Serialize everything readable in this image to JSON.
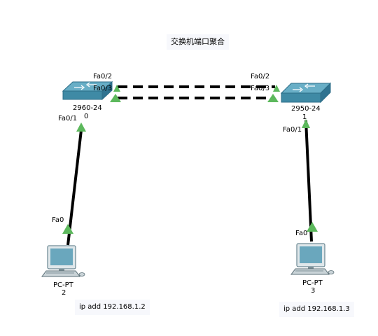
{
  "title": "交换机端口聚合",
  "switch_left": {
    "model": "2960-24",
    "name": "0",
    "ports": {
      "top": "Fa0/2",
      "mid": "Fa0/3",
      "pc_link": "Fa0/1"
    }
  },
  "switch_right": {
    "model": "2950-24",
    "name": "1",
    "ports": {
      "top": "Fa0/2",
      "mid": "Fa0/3",
      "pc_link": "Fa0/1"
    }
  },
  "pc_left": {
    "model": "PC-PT",
    "name": "2",
    "port": "Fa0",
    "note": "ip add 192.168.1.2"
  },
  "pc_right": {
    "model": "PC-PT",
    "name": "3",
    "port": "Fa0",
    "note": "ip add 192.168.1.3"
  },
  "colors": {
    "link": "#000000",
    "port_up": "#5cb85c",
    "device": "#3f8aa5",
    "device_top": "#68aec6",
    "note_bg": "#f7f8fc"
  }
}
